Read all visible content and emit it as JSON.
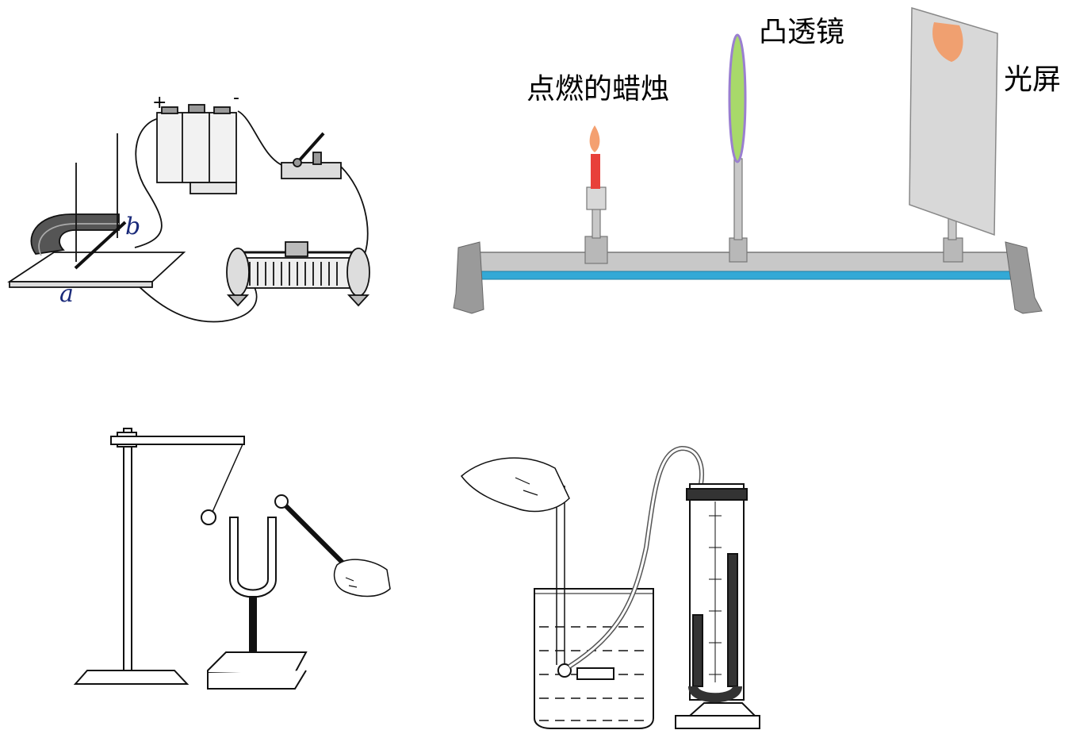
{
  "panels": {
    "circuit": {
      "label_a": "a",
      "label_b": "b",
      "plus_sign": "+",
      "minus_sign": "-"
    },
    "optics": {
      "candle_label": "点燃的蜡烛",
      "lens_label": "凸透镜",
      "screen_label": "光屏"
    },
    "tuning_fork": {},
    "pressure_gauge": {}
  },
  "colors": {
    "rail_blue": "#33a9d6",
    "flame_orange": "#f4a070",
    "candle_red": "#e8403a",
    "lens_green": "#a8d96a",
    "lens_purple": "#9a7fd0",
    "screen_gray": "#d8d8d8",
    "image_spot": "#f0a070"
  }
}
